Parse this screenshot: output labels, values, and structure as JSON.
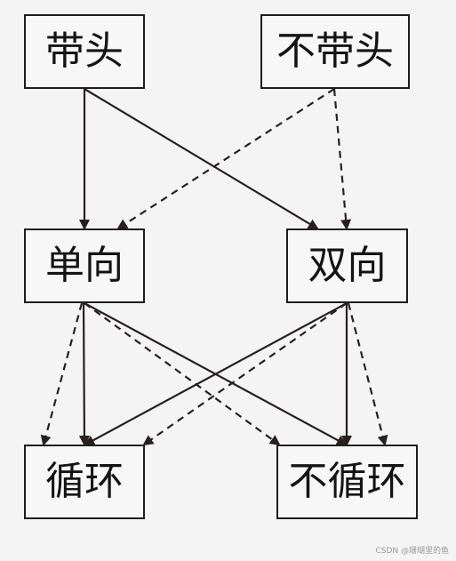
{
  "nodes": {
    "head": "带头",
    "nohead": "不带头",
    "single": "单向",
    "double": "双向",
    "cycle": "循环",
    "nocycle": "不循环"
  },
  "edges": [
    {
      "from": "head",
      "to": "single",
      "style": "solid"
    },
    {
      "from": "head",
      "to": "double",
      "style": "solid"
    },
    {
      "from": "nohead",
      "to": "single",
      "style": "dashed"
    },
    {
      "from": "nohead",
      "to": "double",
      "style": "dashed"
    },
    {
      "from": "single",
      "to": "cycle",
      "style": "solid"
    },
    {
      "from": "single",
      "to": "cycle",
      "style": "dashed"
    },
    {
      "from": "single",
      "to": "nocycle",
      "style": "solid"
    },
    {
      "from": "single",
      "to": "nocycle",
      "style": "dashed"
    },
    {
      "from": "double",
      "to": "cycle",
      "style": "solid"
    },
    {
      "from": "double",
      "to": "cycle",
      "style": "dashed"
    },
    {
      "from": "double",
      "to": "nocycle",
      "style": "solid"
    },
    {
      "from": "double",
      "to": "nocycle",
      "style": "dashed"
    }
  ],
  "colors": {
    "line": "#2a1f1f",
    "border": "#1e1e1e",
    "background": "#f4f4f4"
  },
  "watermark": "CSDN @珊瑚里的鱼"
}
